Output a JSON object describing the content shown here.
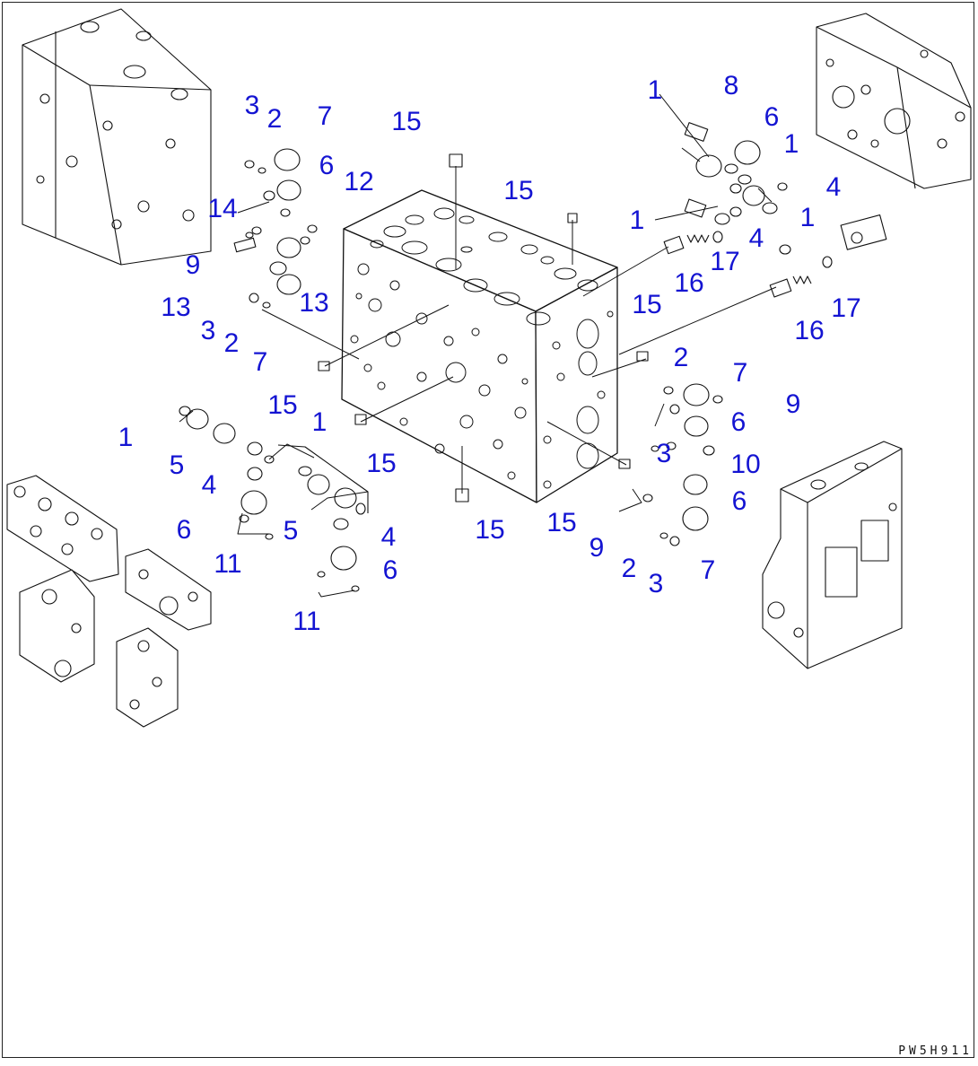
{
  "diagram": {
    "callout_color": "#1414d2",
    "line_color": "#111111",
    "drawing_code": "PW5H911",
    "callouts": [
      "1",
      "8",
      "6",
      "1",
      "4",
      "1",
      "4",
      "17",
      "16",
      "1",
      "17",
      "16",
      "15",
      "15",
      "3",
      "2",
      "7",
      "6",
      "12",
      "14",
      "9",
      "13",
      "13",
      "3",
      "2",
      "7",
      "15",
      "15",
      "1",
      "5",
      "4",
      "6",
      "11",
      "1",
      "5",
      "4",
      "6",
      "11",
      "15",
      "2",
      "7",
      "9",
      "3",
      "6",
      "10",
      "6",
      "9",
      "2",
      "3",
      "7",
      "15",
      "15"
    ]
  }
}
